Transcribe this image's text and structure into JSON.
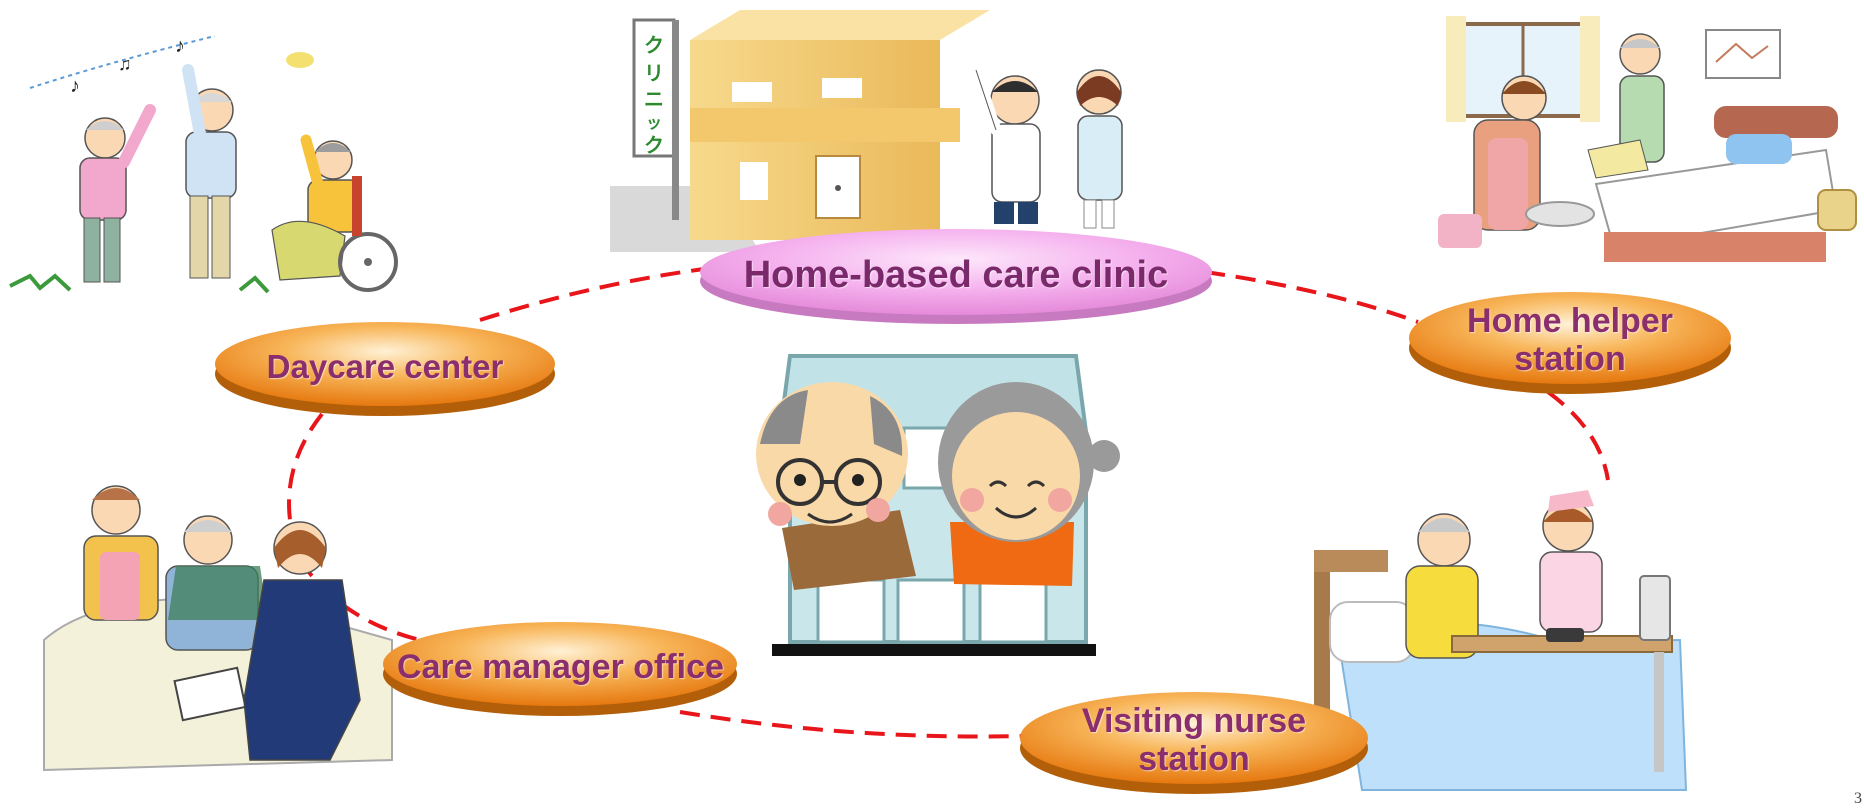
{
  "diagram": {
    "nodes": {
      "clinic": "Home-based care clinic",
      "daycare": "Daycare center",
      "helper": "Home helper\nstation",
      "caremgr": "Care manager office",
      "nurse": "Visiting nurse\nstation"
    },
    "clinic_sign": "クリニック"
  },
  "page_number": "3",
  "colors": {
    "connector": "#e8151b",
    "label_text": "#8a2e6e",
    "orange_oval": "#f08a1c",
    "pink_oval": "#ef9be6"
  }
}
